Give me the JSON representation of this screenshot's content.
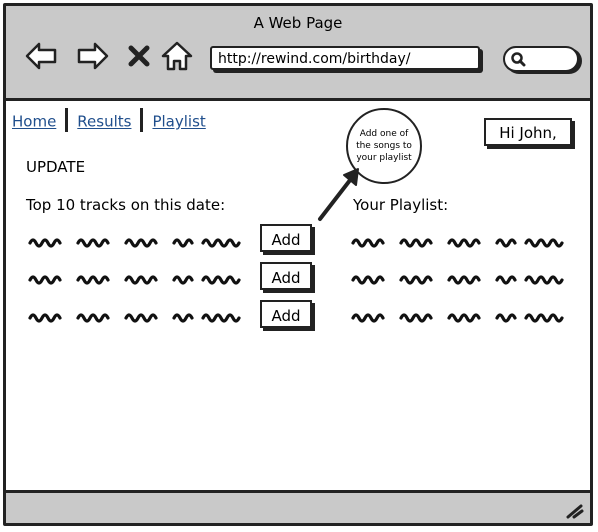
{
  "window": {
    "title": "A Web Page"
  },
  "toolbar": {
    "icons": [
      "back-arrow-icon",
      "forward-arrow-icon",
      "close-x-icon",
      "home-icon",
      "search-icon"
    ],
    "url": "http://rewind.com/birthday/"
  },
  "nav": {
    "home": "Home",
    "results": "Results",
    "playlist": "Playlist"
  },
  "user": {
    "greeting": "Hi John,"
  },
  "callout": {
    "text": "Add one of the songs to your playlist"
  },
  "page": {
    "update_label": "UPDATE",
    "top_tracks_heading": "Top 10 tracks on this date:",
    "your_playlist_heading": "Your Playlist:"
  },
  "buttons": {
    "add_label": "Add"
  },
  "colors": {
    "chrome": "#c9c9c9",
    "link": "#1f4e8c",
    "ink": "#222222"
  }
}
